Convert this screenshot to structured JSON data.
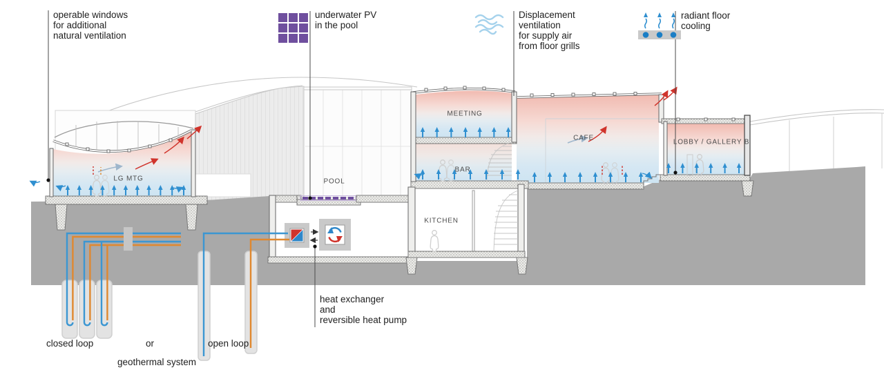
{
  "annotations": {
    "operable_windows": "operable windows\nfor additional\nnatural ventilation",
    "underwater_pv": "underwater PV\nin the pool",
    "displacement_ventilation": "Displacement\nventilation\nfor supply air\nfrom floor grills",
    "radiant_floor": "radiant floor\ncooling",
    "heat_exchanger": "heat exchanger\nand\nreversible heat pump",
    "closed_loop": "closed loop",
    "or_label": "or",
    "open_loop": "open loop",
    "geothermal_system": "geothermal system"
  },
  "rooms": {
    "lg_mtg": "LG MTG",
    "pool": "POOL",
    "meeting": "MEETING",
    "bar": "BAR",
    "cafe": "CAFE",
    "lobby_gallery": "LOBBY / GALLERY B",
    "kitchen": "KITCHEN"
  },
  "icons": [
    "pv-panel-icon",
    "wavy-air-icon",
    "radiant-floor-icon",
    "heat-exchanger-icon",
    "heat-pump-icon"
  ],
  "colors": {
    "pipe_blue": "#3b96d2",
    "pipe_orange": "#e0882f",
    "pv_purple": "#6f4f9e",
    "warm_air_red": "#d0342c",
    "supply_air_blue": "#2f8fd0",
    "light_air_blue": "#a5d2ec",
    "ground_gray": "#a9a9a9",
    "warm_zone_pink": "#f1bab0",
    "cool_zone_blue": "#cde4f2"
  }
}
